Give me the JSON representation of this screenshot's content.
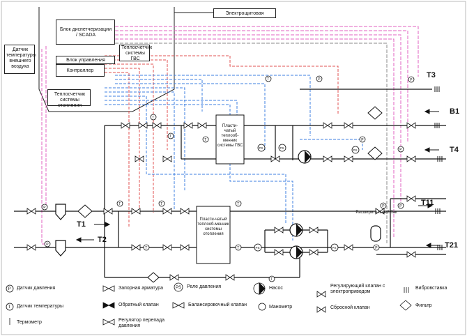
{
  "boxes": {
    "panel": "Электрощитовая",
    "scada": "Блок диспетчеризации / SCADA",
    "pump_control": "Блок управления насосами",
    "controller": "Контроллер",
    "outdoor_sensor": "Датчик температуры внешнего воздуха",
    "dhw_meter": "Теплосчетчик системы ГВС",
    "heating_meter": "Теплосчетчик системы отопления",
    "hx_dhw": "Пласти-чатый теплооб-менник системы ГВС",
    "hx_heating": "Пласти-чатый теплооб-менник системы отопления",
    "expansion_tank": "Расширительный бак"
  },
  "lines": {
    "t3": "Т3",
    "b1": "В1",
    "t4": "Т4",
    "t11": "Т11",
    "t1": "Т1",
    "t2": "Т2",
    "t21": "Т21"
  },
  "symbols": {
    "p": "P",
    "t": "T",
    "ps": "PS"
  },
  "legend": [
    {
      "key": "pressure_sensor",
      "label": "Датчик давления"
    },
    {
      "key": "temp_sensor",
      "label": "Датчик температуры"
    },
    {
      "key": "thermometer",
      "label": "Термометр"
    },
    {
      "key": "shutoff_valve",
      "label": "Запорная арматура"
    },
    {
      "key": "check_valve",
      "label": "Обратный клапан"
    },
    {
      "key": "dp_regulator",
      "label": "Регулятор перепада давления"
    },
    {
      "key": "pressure_relay",
      "label": "Реле давления"
    },
    {
      "key": "balancing_valve",
      "label": "Балансировочный клапан"
    },
    {
      "key": "pump",
      "label": "Насос"
    },
    {
      "key": "manometer",
      "label": "Манометр"
    },
    {
      "key": "control_valve",
      "label": "Регулирующий клапан с электроприводом"
    },
    {
      "key": "relief_valve",
      "label": "Сбросной клапан"
    },
    {
      "key": "vibro_insert",
      "label": "Вибровставка"
    },
    {
      "key": "filter",
      "label": "Фильтр"
    }
  ],
  "colors": {
    "pipe": "#111111",
    "signal_pink": "#e060c0",
    "signal_blue": "#3d7fe0",
    "signal_red": "#e05050",
    "signal_gray": "#888888"
  }
}
